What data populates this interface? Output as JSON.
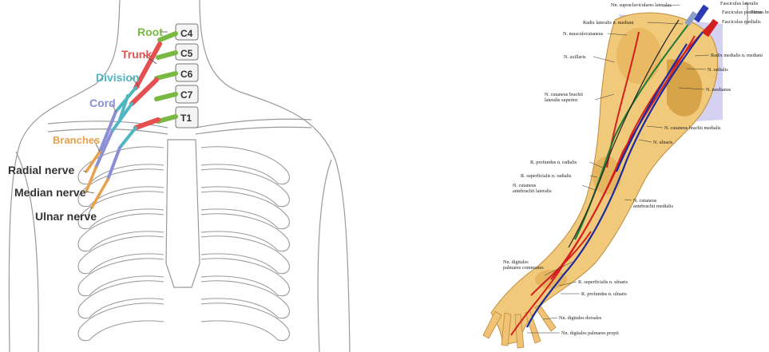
{
  "left_figure": {
    "plexus_parts": [
      {
        "label": "Root",
        "color": "#79b943"
      },
      {
        "label": "Trunk",
        "color": "#e4504f"
      },
      {
        "label": "Division",
        "color": "#4fb6c2"
      },
      {
        "label": "Cord",
        "color": "#8b8fd4"
      },
      {
        "label": "Branches",
        "color": "#e8a14a"
      }
    ],
    "vertebrae": [
      "C4",
      "C5",
      "C6",
      "C7",
      "T1"
    ],
    "nerves": [
      "Radial nerve",
      "Median nerve",
      "Ulnar nerve"
    ]
  },
  "right_figure": {
    "labels": [
      "Nn. supraclaviculares laterales",
      "Radix lateralis n. mediani",
      "N. musculocutaneus",
      "N. axillaris",
      "N. cutaneus brachii lateralis superior",
      "R. profundus n. radialis",
      "R. superficialis n. radialis",
      "N. cutaneus antebrachii lateralis",
      "Nn. digitales palmares communes",
      "R. superficialis n. ulnaris",
      "R. profundus n. ulnaris",
      "Nn. digitales dorsales",
      "Nn. digitales palmares propii",
      "N. cutaneus antebrachii medialis",
      "N. ulnaris",
      "N. cutaneus brachii medialis",
      "N. medianus",
      "N. radialis",
      "Radix medialis n. mediani",
      "Fasciculus lateralis",
      "Fasciculus posterior",
      "Fasciculus medialis",
      "Plexus brachialis"
    ]
  }
}
